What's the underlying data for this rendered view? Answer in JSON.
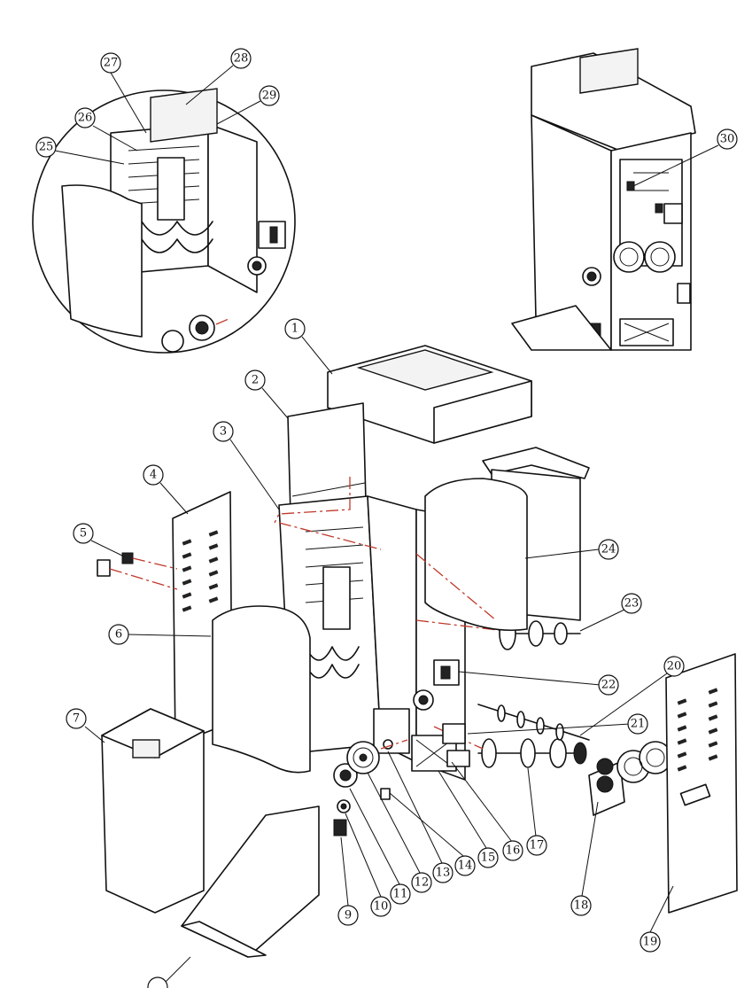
{
  "callouts": [
    {
      "id": "1",
      "label": "1"
    },
    {
      "id": "2",
      "label": "2"
    },
    {
      "id": "3",
      "label": "3"
    },
    {
      "id": "4",
      "label": "4"
    },
    {
      "id": "5",
      "label": "5"
    },
    {
      "id": "6",
      "label": "6"
    },
    {
      "id": "7",
      "label": "7"
    },
    {
      "id": "9",
      "label": "9"
    },
    {
      "id": "10",
      "label": "10"
    },
    {
      "id": "11",
      "label": "11"
    },
    {
      "id": "12",
      "label": "12"
    },
    {
      "id": "13",
      "label": "13"
    },
    {
      "id": "14",
      "label": "14"
    },
    {
      "id": "15",
      "label": "15"
    },
    {
      "id": "16",
      "label": "16"
    },
    {
      "id": "17",
      "label": "17"
    },
    {
      "id": "18",
      "label": "18"
    },
    {
      "id": "19",
      "label": "19"
    },
    {
      "id": "20",
      "label": "20"
    },
    {
      "id": "21",
      "label": "21"
    },
    {
      "id": "22",
      "label": "22"
    },
    {
      "id": "23",
      "label": "23"
    },
    {
      "id": "24",
      "label": "24"
    },
    {
      "id": "25",
      "label": "25"
    },
    {
      "id": "26",
      "label": "26"
    },
    {
      "id": "27",
      "label": "27"
    },
    {
      "id": "28",
      "label": "28"
    },
    {
      "id": "29",
      "label": "29"
    },
    {
      "id": "30",
      "label": "30"
    }
  ]
}
